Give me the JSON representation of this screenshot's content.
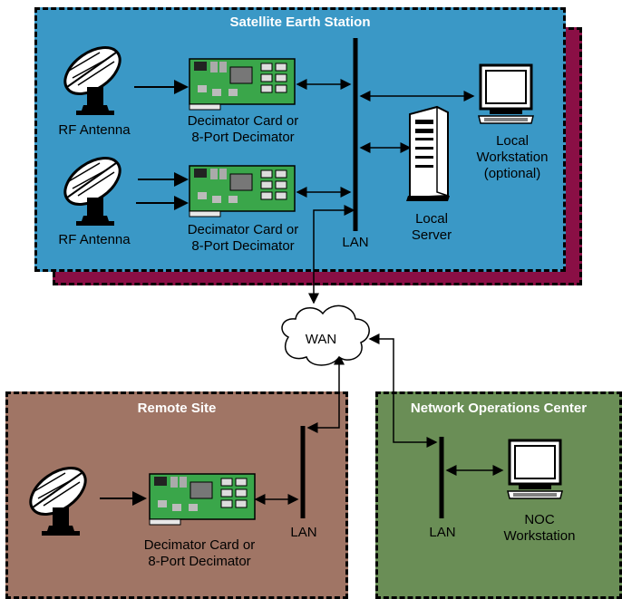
{
  "regions": {
    "satellite": {
      "title": "Satellite Earth Station",
      "color": "#3a98c6"
    },
    "remote": {
      "title": "Remote Site",
      "color": "#a07565"
    },
    "noc": {
      "title": "Network Operations Center",
      "color": "#6a8e56"
    }
  },
  "shadow_color": "#8a0f45",
  "labels": {
    "rf_antenna_1": "RF Antenna",
    "rf_antenna_2": "RF Antenna",
    "decimator_1": "Decimator Card or\n8-Port Decimator",
    "decimator_2": "Decimator Card or\n8-Port Decimator",
    "decimator_remote": "Decimator Card or\n8-Port Decimator",
    "lan_sat": "LAN",
    "lan_remote": "LAN",
    "lan_noc": "LAN",
    "local_server": "Local\nServer",
    "local_workstation": "Local\nWorkstation\n(optional)",
    "wan": "WAN",
    "noc_workstation": "NOC\nWorkstation"
  },
  "icons": [
    "satellite-dish-icon",
    "decimator-card-icon",
    "server-tower-icon",
    "crt-monitor-icon",
    "cloud-icon"
  ]
}
